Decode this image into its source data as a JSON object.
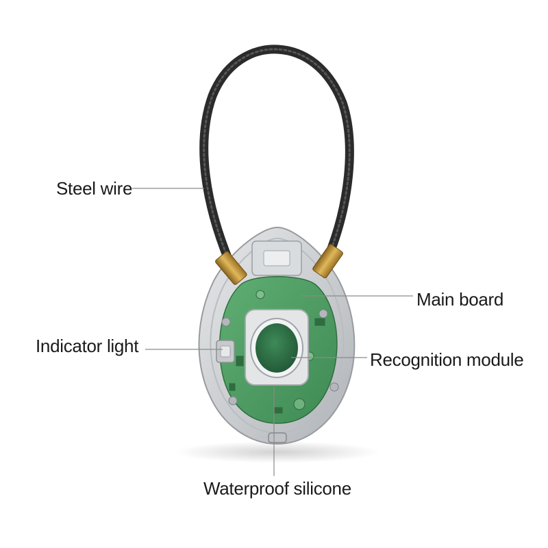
{
  "labels": {
    "steel_wire": "Steel wire",
    "main_board": "Main board",
    "indicator_light": "Indicator light",
    "recognition_module": "Recognition module",
    "waterproof_silicone": "Waterproof silicone"
  },
  "colors": {
    "wire": "#2b2b2b",
    "case": "#cfd2d4",
    "pcb": "#4d9c62",
    "sensor": "#2f6f46",
    "brass": "#c79a3a",
    "leader": "#8a8a8a"
  }
}
